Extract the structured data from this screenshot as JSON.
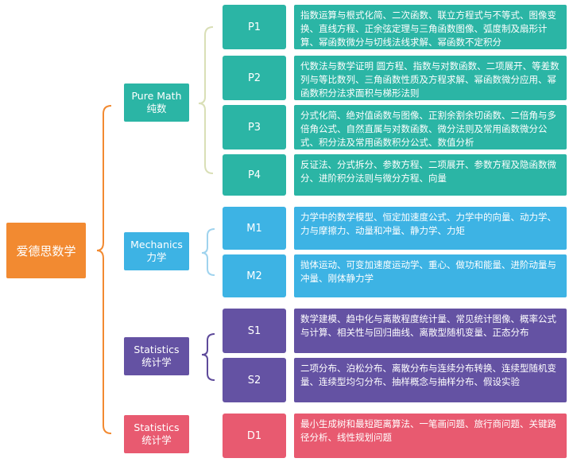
{
  "root": {
    "label": "爱德思数学",
    "color": "#F28A31"
  },
  "colors": {
    "root_bracket": "#F28A31",
    "pure_bracket": "#D9DFB6",
    "mech_bracket": "#9FD3EE",
    "stat_bracket": "#5E4A9A"
  },
  "categories": [
    {
      "id": "pure",
      "en": "Pure Math",
      "cn": "纯数",
      "color": "#2BB5A5",
      "items": [
        {
          "code": "P1",
          "text": "指数运算与根式化简、二次函数、联立方程式与不等式、图像变换、直线方程、正余弦定理与三角函数图像、弧度制及扇形计算、幂函数微分与切线法线求解、幂函数不定积分"
        },
        {
          "code": "P2",
          "text": "代数法与数学证明 圆方程、指数与对数函数、二项展开、等差数列与等比数列、三角函数性质及方程求解、幂函数微分应用、幂函数积分法求面积与梯形法则"
        },
        {
          "code": "P3",
          "text": "分式化简、绝对值函数与图像、正割余割余切函数、二倍角与多倍角公式、自然直属与对数函数、微分法则及常用函数微分公式、积分法及常用函数积分公式、数值分析"
        },
        {
          "code": "P4",
          "text": "反证法、分式拆分、参数方程、二项展开、参数方程及隐函数微分、进阶积分法则与微分方程、向量"
        }
      ]
    },
    {
      "id": "mech",
      "en": "Mechanics",
      "cn": "力学",
      "color": "#3DB3E4",
      "items": [
        {
          "code": "M1",
          "text": "力学中的数学模型、恒定加速度公式、力学中的向量、动力学、力与摩擦力、动量和冲量、静力学、力矩"
        },
        {
          "code": "M2",
          "text": "抛体运动、可变加速度运动学、重心、做功和能量、进阶动量与冲量、刚体静力学"
        }
      ]
    },
    {
      "id": "stat",
      "en": "Statistics",
      "cn": "统计学",
      "color": "#6452A3",
      "items": [
        {
          "code": "S1",
          "text": "数学建模、趋中化与离散程度统计量、常见统计图像、概率公式与计算、相关性与回归曲线、离散型随机变量、正态分布"
        },
        {
          "code": "S2",
          "text": "二项分布、泊松分布、离散分布与连续分布转换、连续型随机变量、连续型均匀分布、抽样概念与抽样分布、假设实验"
        }
      ]
    },
    {
      "id": "disc",
      "en": "Statistics",
      "cn": "统计学",
      "color": "#E85A70",
      "items": [
        {
          "code": "D1",
          "text": "最小生成树和最短距离算法、一笔画问题、旅行商问题、关键路径分析、线性规划问题"
        }
      ]
    }
  ]
}
